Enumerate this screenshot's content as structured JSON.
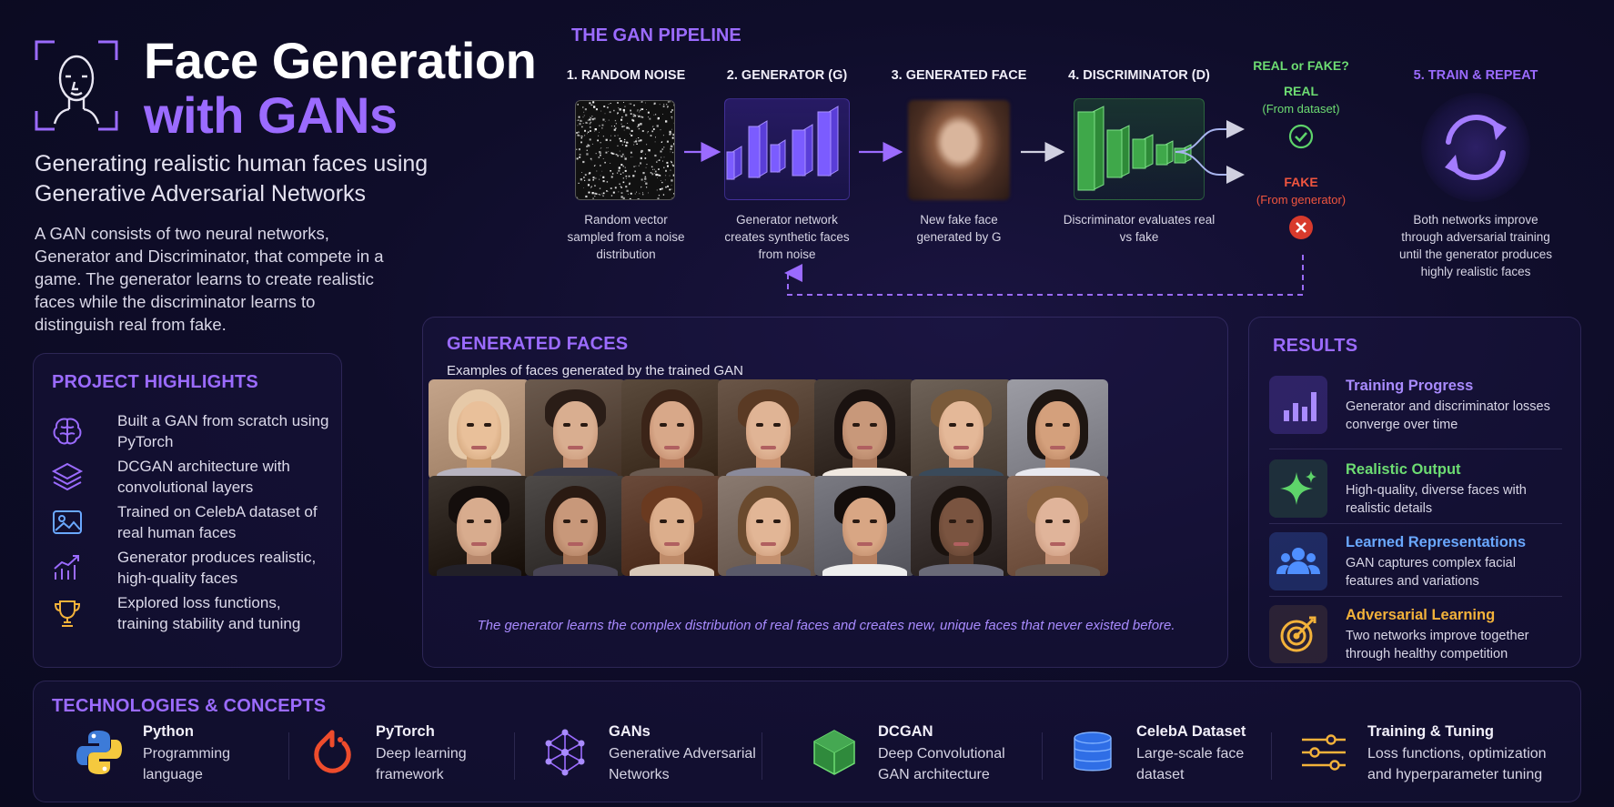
{
  "header": {
    "title_line1": "Face Generation",
    "title_line2": "with GANs",
    "subtitle": "Generating realistic human faces using Generative Adversarial Networks",
    "intro": "A GAN consists of two neural networks, Generator and Discriminator, that compete in a game. The generator learns to create realistic faces while the discriminator learns to distinguish real from fake."
  },
  "highlights": {
    "title": "PROJECT HIGHLIGHTS",
    "items": [
      {
        "icon": "brain-icon",
        "text": "Built a GAN from scratch using PyTorch"
      },
      {
        "icon": "layers-icon",
        "text": "DCGAN architecture with convolutional layers"
      },
      {
        "icon": "image-icon",
        "text": "Trained on CelebA dataset of real human faces"
      },
      {
        "icon": "chart-up-icon",
        "text": "Generator produces realistic, high-quality faces"
      },
      {
        "icon": "trophy-icon",
        "text": "Explored loss functions, training stability and tuning"
      }
    ]
  },
  "pipeline": {
    "title": "THE GAN PIPELINE",
    "steps": [
      {
        "label": "1. RANDOM NOISE",
        "desc": "Random vector sampled from a noise distribution"
      },
      {
        "label": "2. GENERATOR (G)",
        "desc": "Generator network creates synthetic faces from noise"
      },
      {
        "label": "3. GENERATED FACE",
        "desc": "New fake face generated by G"
      },
      {
        "label": "4. DISCRIMINATOR (D)",
        "desc": "Discriminator evaluates real vs fake"
      },
      {
        "label": "5. TRAIN & REPEAT",
        "desc": "Both networks improve through adversarial training until the generator produces highly realistic faces"
      }
    ],
    "decision": {
      "question": "REAL or FAKE?",
      "real_label": "REAL",
      "real_sub": "(From dataset)",
      "fake_label": "FAKE",
      "fake_sub": "(From generator)"
    },
    "colors": {
      "real": "#5ed46a",
      "fake": "#f0553f",
      "accent": "#9b6bff"
    }
  },
  "faces": {
    "title": "GENERATED FACES",
    "subtitle": "Examples of faces generated by the trained GAN",
    "caption": "The generator learns the complex distribution of real faces and creates new, unique faces that never existed before."
  },
  "results": {
    "title": "RESULTS",
    "items": [
      {
        "icon": "bar-chart-icon",
        "title": "Training Progress",
        "desc": "Generator and discriminator losses converge over time",
        "color": "#a98bff"
      },
      {
        "icon": "sparkle-icon",
        "title": "Realistic Output",
        "desc": "High-quality, diverse faces with realistic details",
        "color": "#6ddc72"
      },
      {
        "icon": "users-icon",
        "title": "Learned Representations",
        "desc": "GAN captures complex facial features and variations",
        "color": "#6aa8ff"
      },
      {
        "icon": "target-icon",
        "title": "Adversarial Learning",
        "desc": "Two networks improve together through healthy competition",
        "color": "#f3b23a"
      }
    ]
  },
  "technologies": {
    "title": "TECHNOLOGIES & CONCEPTS",
    "items": [
      {
        "icon": "python-icon",
        "name": "Python",
        "desc": "Programming language"
      },
      {
        "icon": "pytorch-icon",
        "name": "PyTorch",
        "desc": "Deep learning framework"
      },
      {
        "icon": "network-icon",
        "name": "GANs",
        "desc": "Generative Adversarial Networks"
      },
      {
        "icon": "cube-icon",
        "name": "DCGAN",
        "desc": "Deep Convolutional GAN architecture"
      },
      {
        "icon": "database-icon",
        "name": "CelebA Dataset",
        "desc": "Large-scale face dataset"
      },
      {
        "icon": "sliders-icon",
        "name": "Training & Tuning",
        "desc": "Loss functions, optimization and hyperparameter tuning"
      }
    ]
  }
}
